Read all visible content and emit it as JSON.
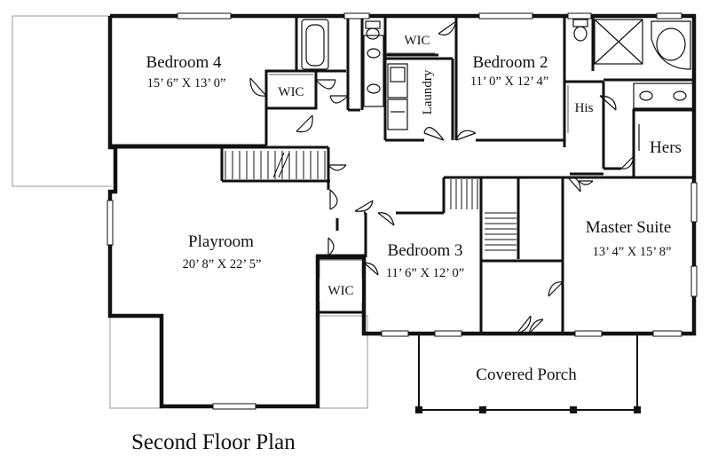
{
  "plan": {
    "title": "Second Floor Plan",
    "rooms": {
      "bedroom4": {
        "name": "Bedroom 4",
        "dims": "15’ 6” X 13’ 0”"
      },
      "bedroom2": {
        "name": "Bedroom 2",
        "dims": "11’ 0” X 12’ 4”"
      },
      "playroom": {
        "name": "Playroom",
        "dims": "20’ 8” X 22’ 5”"
      },
      "bedroom3": {
        "name": "Bedroom 3",
        "dims": "11’ 6” X 12’ 0”"
      },
      "master": {
        "name": "Master Suite",
        "dims": "13’ 4” X 15’ 8”"
      },
      "porch": {
        "name": "Covered Porch"
      }
    },
    "closets": {
      "wic_bed4": "WIC",
      "wic_top": "WIC",
      "wic_bed3": "WIC",
      "his": "His",
      "hers": "Hers",
      "laundry": "Laundry"
    }
  }
}
